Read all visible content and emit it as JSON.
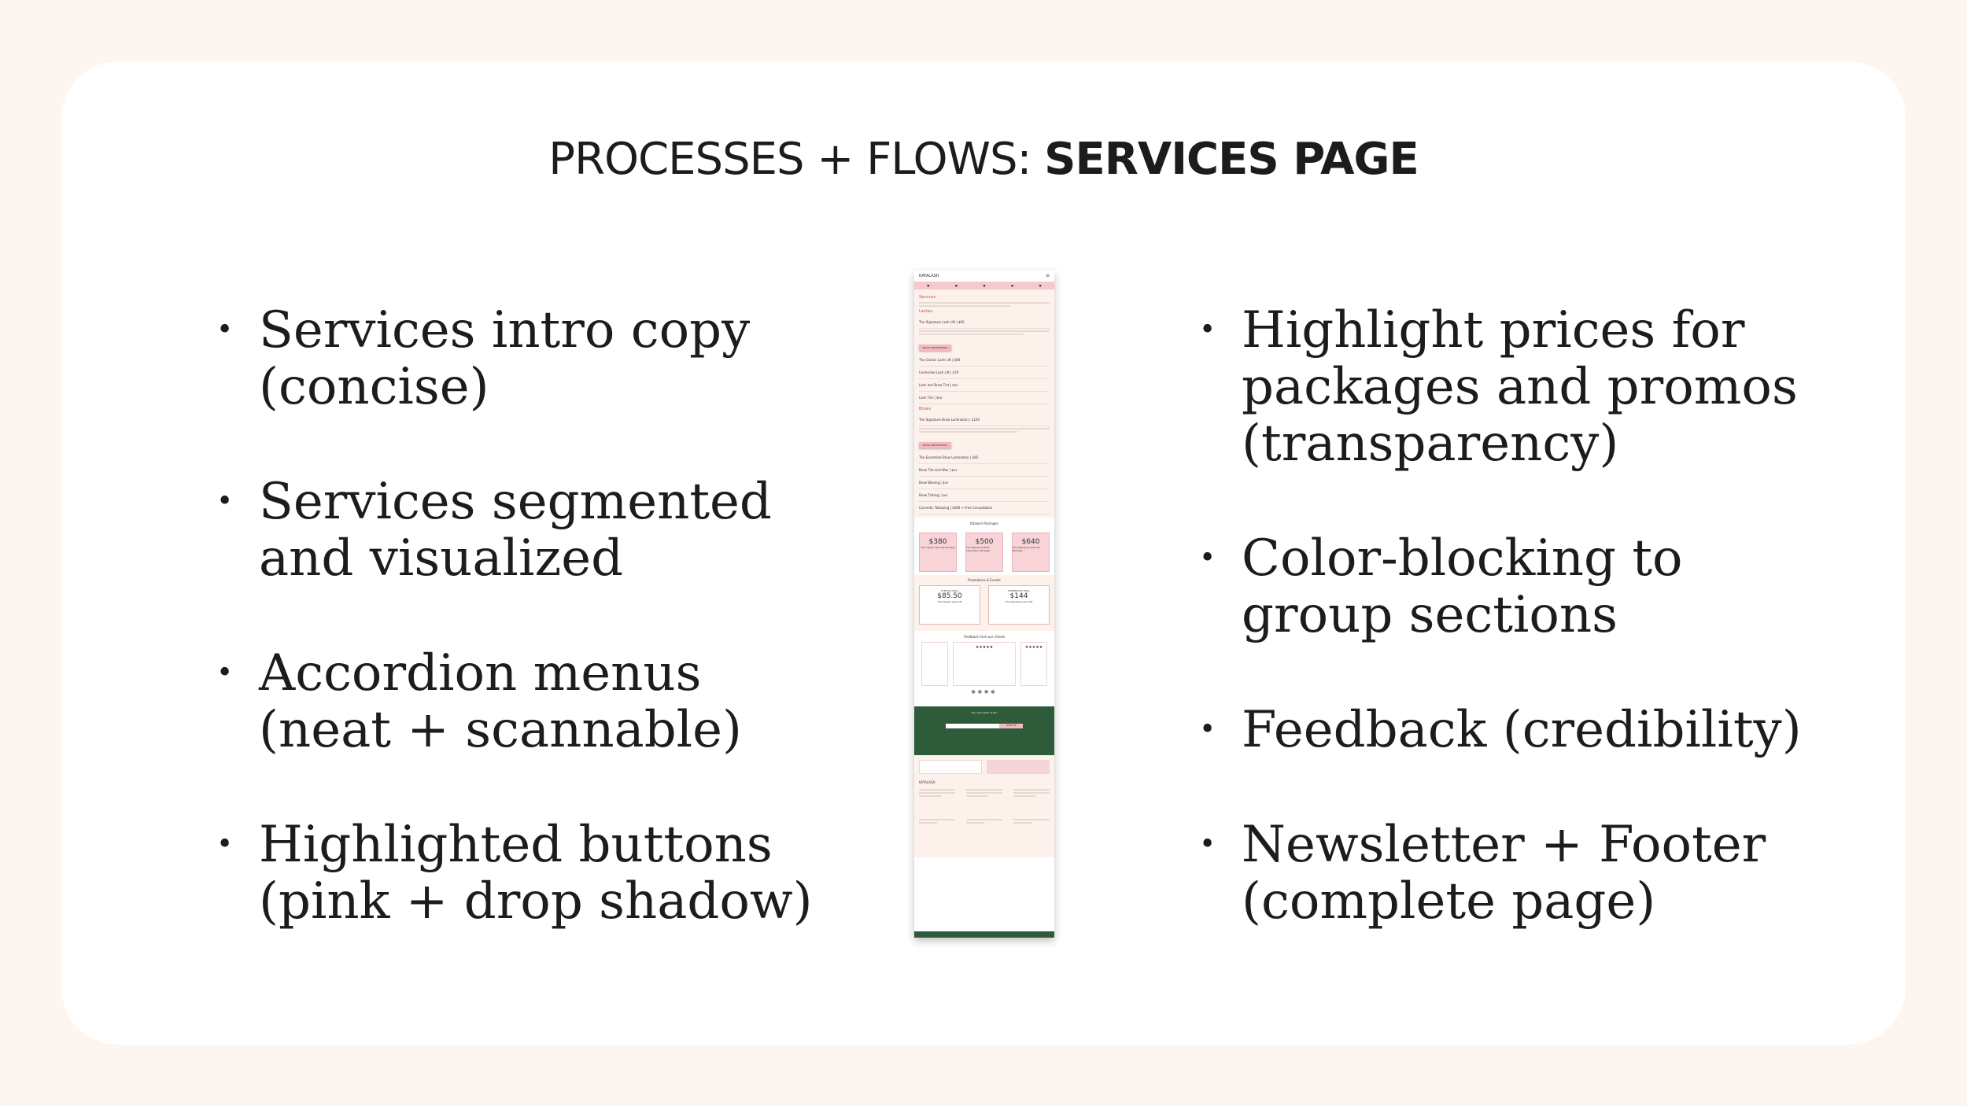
{
  "slide": {
    "title_prefix": "PROCESSES + FLOWS: ",
    "title_bold": "SERVICES PAGE"
  },
  "left_bullets": [
    "Services intro copy\n(concise)",
    "Services segmented\nand visualized",
    "Accordion menus\n(neat + scannable)",
    "Highlighted buttons\n(pink + drop shadow)"
  ],
  "right_bullets": [
    "Highlight prices for\npackages and promos\n(transparency)",
    "Color-blocking to\ngroup sections",
    "Feedback (credibility)",
    "Newsletter + Footer\n(complete page)"
  ],
  "thumbnail": {
    "brand": "KATALASH",
    "sections": {
      "intro": "Services",
      "lashes": "Lashes",
      "brows": "Brows",
      "packages": "Kitalash Packages",
      "promos": "Promotions & Events",
      "feedback": "Feedback from our Clients",
      "newsletter": "The Lash Letter (10%)",
      "footer_brand": "KATALASH"
    },
    "lash_items": [
      "The Signature Lash Lift | $90",
      "The Classic Lash Lift | $80",
      "Centerline Lash Lift | $70",
      "Lash and Brow Tint | $xx",
      "Lash Tint | $xx"
    ],
    "brow_items": [
      "The Signature Brow Lamination | $120",
      "The Essentials Brow Lamination | $85",
      "Brow Tint and Wax | $xx",
      "Brow Waxing | $xx",
      "Brow Tinting | $xx",
      "Cosmetic Tattooing | $400 + Free Consultation"
    ],
    "book_label": "BOOK APPOINTMENT",
    "packages": [
      {
        "price": "$380",
        "name": "The Classic Lash Lift Package"
      },
      {
        "price": "$500",
        "name": "The Signature Brow Lamination Package"
      },
      {
        "price": "$640",
        "name": "The Signature Lash Lift Package"
      }
    ],
    "promos": [
      {
        "label": "TUESDAY DEAL",
        "price": "$85.50",
        "name": "The Classic Lash Lift"
      },
      {
        "label": "WEDNESDAY DEAL",
        "price": "$144",
        "name": "The Signature Lash Lift"
      }
    ],
    "stars": "★★★★★",
    "dots": "●●●●",
    "signup_label": "SIGN UP"
  },
  "colors": {
    "background": "#fdf5ef",
    "card": "#ffffff",
    "accent_pink": "#f3b9c0",
    "accent_green": "#2e5b3a"
  }
}
